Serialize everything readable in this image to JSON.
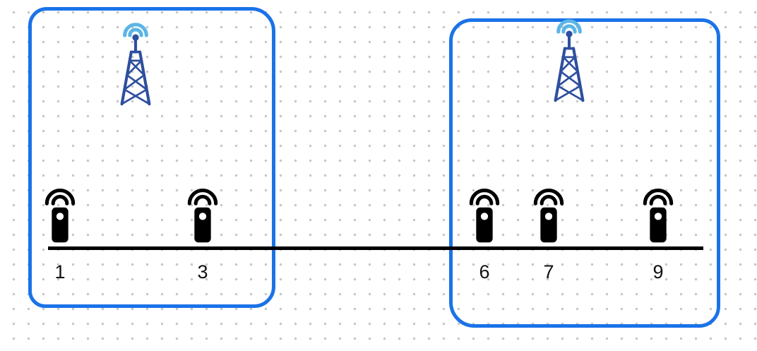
{
  "app": {
    "type": "whiteboard-diagram",
    "description": "Two hand-drawn blue boxes, each containing a broadcast tower, grouping wireless devices standing on a number line"
  },
  "colors": {
    "cluster_border": "#1a73e8",
    "tower_body": "#2e4f9e",
    "tower_signal": "#5bb5e6",
    "device_ink": "#000000",
    "dot_grid": "#c6c6c6",
    "line_color": "#000000",
    "label_color": "#111111"
  },
  "icons": {
    "tower": "radio-tower-icon",
    "device": "wireless-remote-icon"
  },
  "clusters": [
    {
      "id": "left",
      "has_tower": true,
      "device_labels": [
        "1",
        "3"
      ]
    },
    {
      "id": "right",
      "has_tower": true,
      "device_labels": [
        "6",
        "7",
        "9"
      ]
    }
  ],
  "number_line": {
    "labels": [
      "1",
      "3",
      "6",
      "7",
      "9"
    ]
  },
  "devices": [
    {
      "label": "1"
    },
    {
      "label": "3"
    },
    {
      "label": "6"
    },
    {
      "label": "7"
    },
    {
      "label": "9"
    }
  ]
}
